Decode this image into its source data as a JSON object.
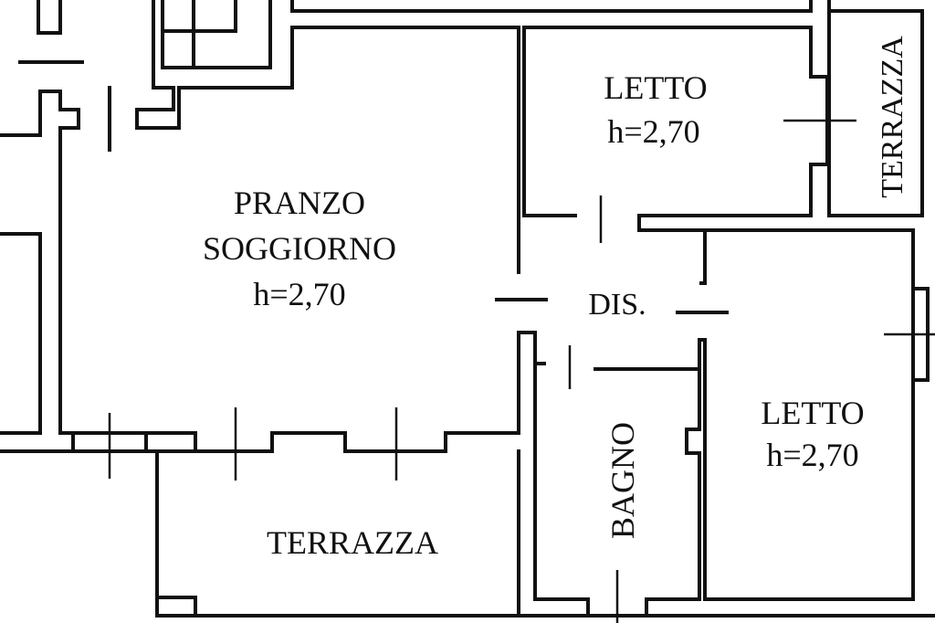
{
  "plan": {
    "rooms": {
      "pranzo": {
        "line1": "PRANZO",
        "line2": "SOGGIORNO",
        "height": "h=2,70"
      },
      "letto_top": {
        "name": "LETTO",
        "height": "h=2,70"
      },
      "terrazza_right": {
        "name": "TERRAZZA"
      },
      "dis": {
        "name": "DIS."
      },
      "letto_bottom": {
        "name": "LETTO",
        "height": "h=2,70"
      },
      "bagno": {
        "name": "BAGNO"
      },
      "terrazza_bottom": {
        "name": "TERRAZZA"
      }
    }
  }
}
